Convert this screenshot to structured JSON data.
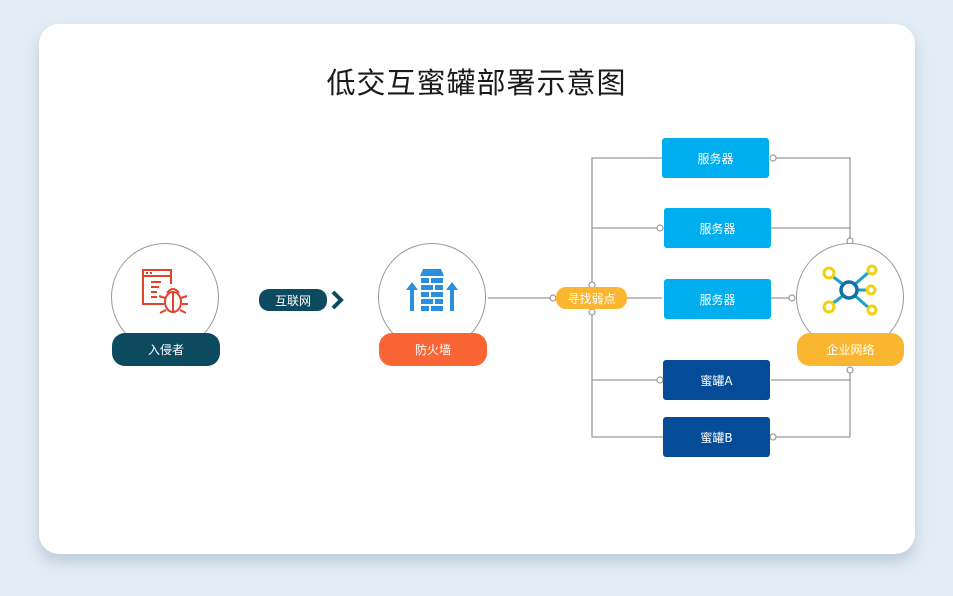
{
  "title": "低交互蜜罐部署示意图",
  "colors": {
    "background": "#e2ecf4",
    "attacker": "#0c4a60",
    "firewall": "#f96534",
    "scan": "#fbb631",
    "server": "#00aeef",
    "honeypot": "#044c98",
    "enterprise": "#fbb631",
    "line": "#9a9a9a"
  },
  "nodes": {
    "attacker": {
      "label": "入侵者",
      "icon": "bug-document-icon"
    },
    "internet": {
      "label": "互联网",
      "icon": "chevron-right-icon"
    },
    "firewall": {
      "label": "防火墙",
      "icon": "firewall-icon"
    },
    "scan": {
      "label": "寻找弱点"
    },
    "servers": [
      {
        "label": "服务器"
      },
      {
        "label": "服务器"
      },
      {
        "label": "服务器"
      }
    ],
    "honeypots": [
      {
        "label": "蜜罐A"
      },
      {
        "label": "蜜罐B"
      }
    ],
    "enterprise": {
      "label": "企业网络",
      "icon": "network-hub-icon"
    }
  }
}
